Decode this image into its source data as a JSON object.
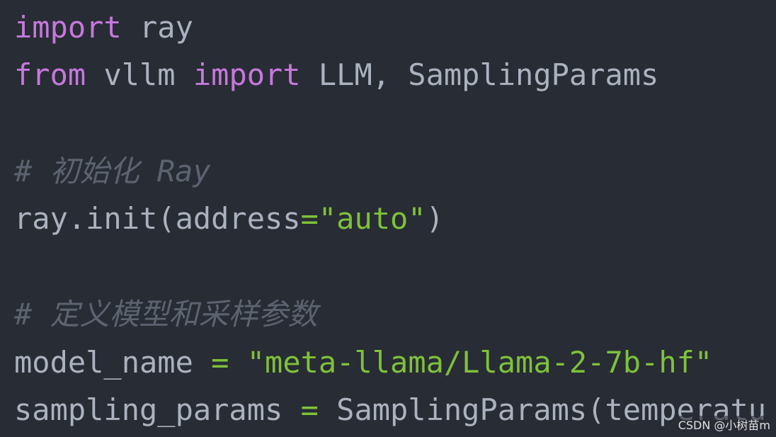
{
  "code": {
    "line1": {
      "kw": "import",
      "rest": " ray"
    },
    "line2": {
      "kw1": "from",
      "mid": " vllm ",
      "kw2": "import",
      "rest": " LLM, SamplingParams"
    },
    "line4": {
      "comment": "# 初始化 Ray"
    },
    "line5": {
      "pre": "ray.init(address",
      "op": "=",
      "str": "\"auto\"",
      "post": ")"
    },
    "line7": {
      "comment": "# 定义模型和采样参数"
    },
    "line8": {
      "pre": "model_name ",
      "op": "=",
      "sp": " ",
      "str": "\"meta-llama/Llama-2-7b-hf\""
    },
    "line9": {
      "pre": "sampling_params ",
      "op": "=",
      "post": " SamplingParams(temperatu"
    }
  },
  "watermark": "CSDN @小树苗m",
  "colors": {
    "background": "#282c34",
    "keyword": "#c678dd",
    "string": "#7ec13a",
    "comment": "#5c6370",
    "text": "#abb2bf"
  }
}
